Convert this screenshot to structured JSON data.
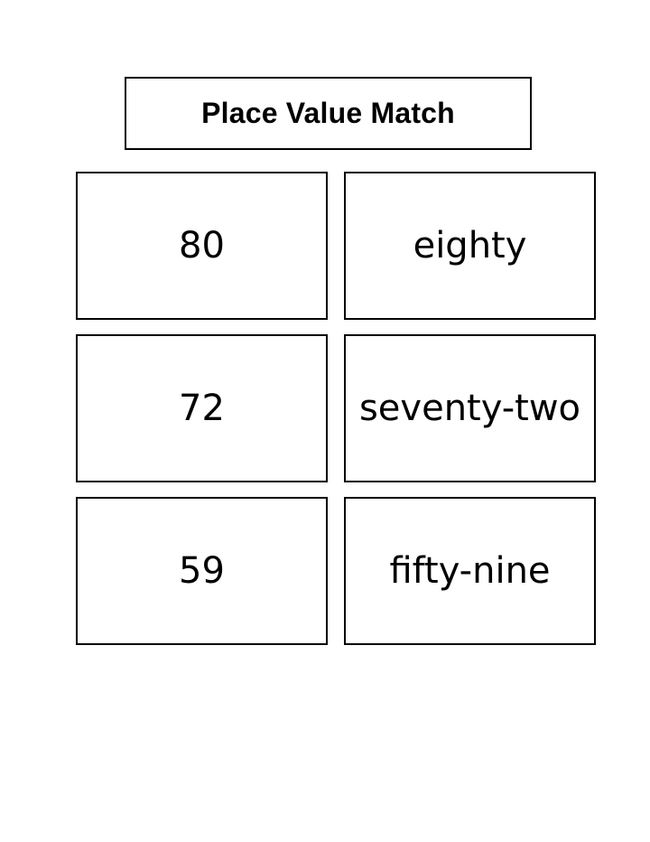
{
  "title": "Place Value Match",
  "cards": [
    {
      "number": "80",
      "words": "eighty"
    },
    {
      "number": "72",
      "words": "seventy-two"
    },
    {
      "number": "59",
      "words": "fifty-nine"
    }
  ]
}
